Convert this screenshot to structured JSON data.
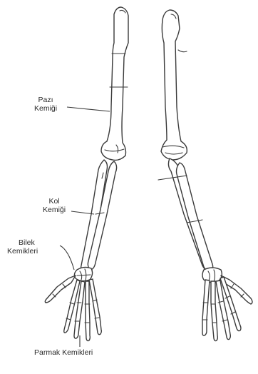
{
  "labels": {
    "humerus": [
      "Pazı",
      "Kemiği"
    ],
    "ulna": [
      "Kol",
      "Kemiği"
    ],
    "carpals": [
      "Bilek",
      "Kemikleri"
    ],
    "phalanges": "Parmak Kemikleri"
  }
}
